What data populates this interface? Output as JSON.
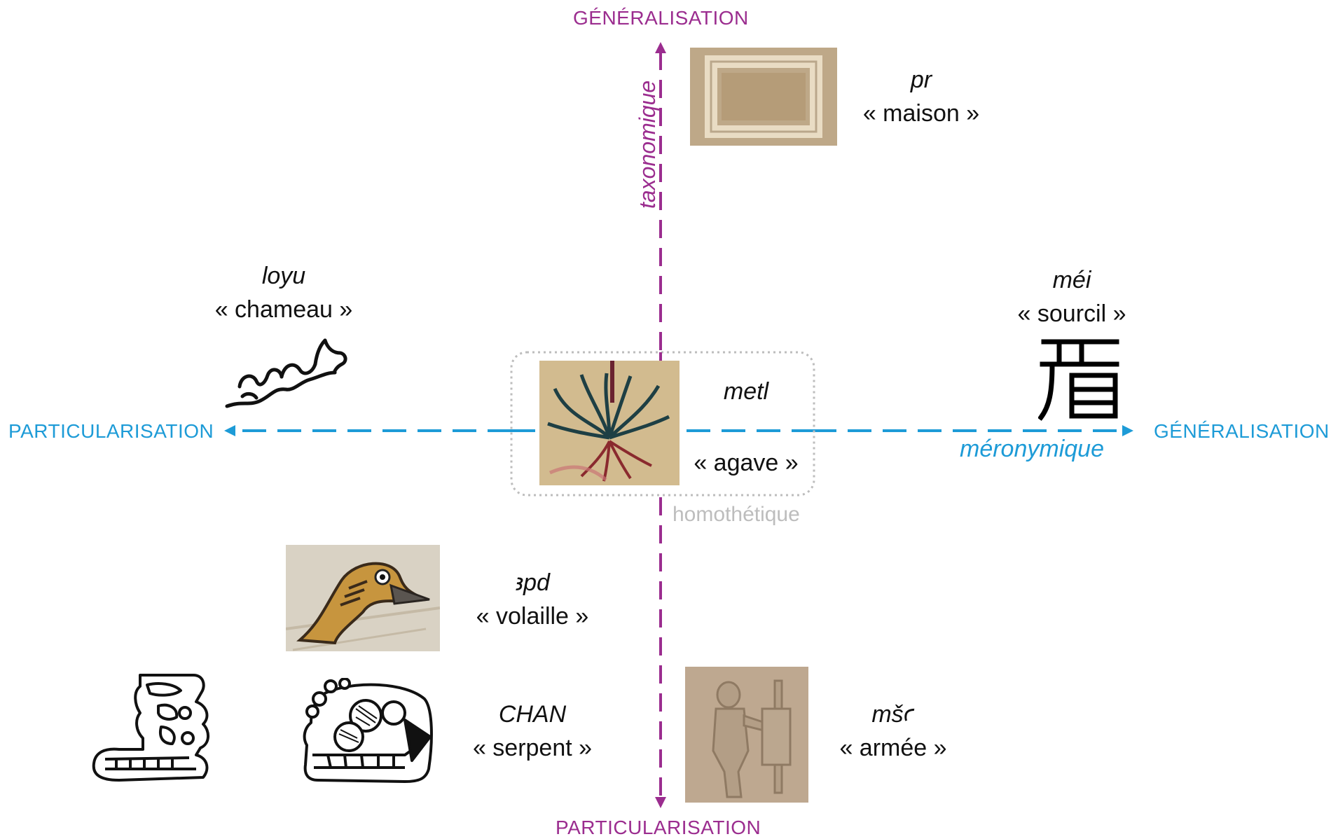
{
  "colors": {
    "vertical_axis": "#9b2d8f",
    "horizontal_axis": "#1d9bd7",
    "homothetic": "#bdbdbd"
  },
  "vertical_axis": {
    "top_label": "GÉNÉRALISATION",
    "bottom_label": "PARTICULARISATION",
    "relation_label": "taxonomique"
  },
  "horizontal_axis": {
    "left_label": "PARTICULARISATION",
    "right_label": "GÉNÉRALISATION",
    "relation_label": "méronymique"
  },
  "center": {
    "word": "metl",
    "gloss": "« agave »",
    "relation_label": "homothétique",
    "image_icon": "agave-glyph-icon"
  },
  "items": {
    "pr": {
      "word": "pr",
      "gloss": "« maison »",
      "image_icon": "house-hieroglyph-icon"
    },
    "loyu": {
      "word": "loyu",
      "gloss": "« chameau »",
      "image_icon": "camel-glyph-icon"
    },
    "mei": {
      "word": "méi",
      "gloss": "« sourcil »",
      "character": "眉",
      "image_icon": "eyebrow-character-icon"
    },
    "apd": {
      "word": "ꜣpd",
      "gloss": "« volaille »",
      "image_icon": "bird-hieroglyph-icon"
    },
    "chan": {
      "word": "CHAN",
      "gloss": "« serpent »",
      "image_icon": "maya-serpent-glyph-icon"
    },
    "msa": {
      "word": "mšꜥ",
      "gloss": "« armée »",
      "image_icon": "soldier-hieroglyph-icon"
    }
  }
}
